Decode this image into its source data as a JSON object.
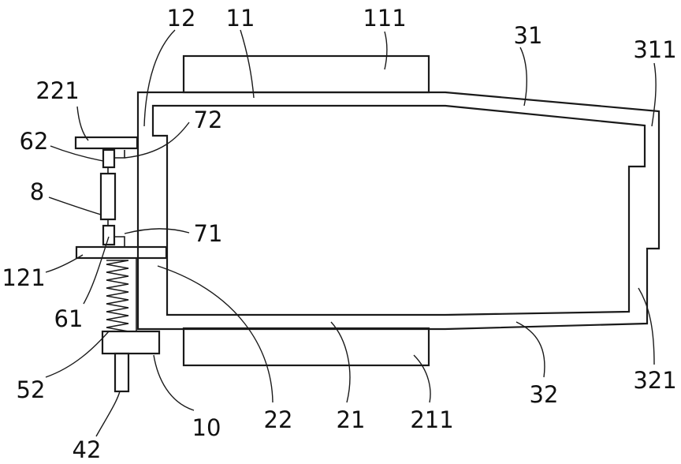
{
  "labels": {
    "l12": "12",
    "l11": "11",
    "l111": "111",
    "l31": "31",
    "l311": "311",
    "l221": "221",
    "l72": "72",
    "l62": "62",
    "l8": "8",
    "l71": "71",
    "l121": "121",
    "l61": "61",
    "l52": "52",
    "l22": "22",
    "l21": "21",
    "l211": "211",
    "l32": "32",
    "l321": "321",
    "l10": "10",
    "l42": "42"
  }
}
